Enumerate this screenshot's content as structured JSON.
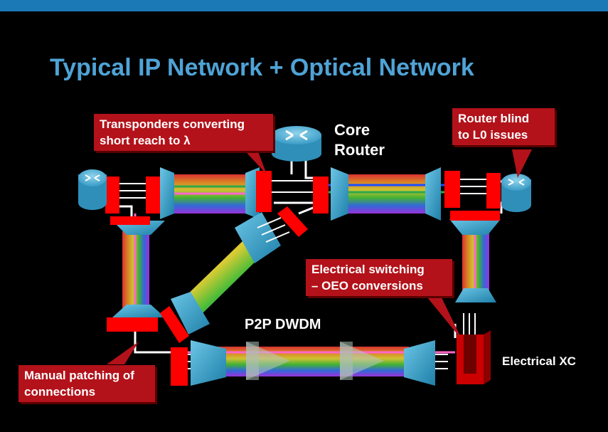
{
  "title": "Typical IP Network + Optical Network",
  "callouts": {
    "transponders": [
      "Transponders converting",
      "short reach to λ"
    ],
    "router_blind": [
      "Router blind",
      "to L0 issues"
    ],
    "electrical_switching": [
      "Electrical switching",
      "– OEO conversions"
    ],
    "manual_patching": [
      "Manual patching of",
      "connections"
    ]
  },
  "labels": {
    "core_router": [
      "Core",
      "Router"
    ],
    "p2p_dwdm": "P2P DWDM",
    "electrical_xc": "Electrical XC"
  },
  "colors": {
    "header_bar": "#1B79B6",
    "title": "#4FA3D6",
    "callout_bg": "#B3121A",
    "transponder": "#FF0000",
    "mux": "#3BA8D0",
    "router": "#5DB7D8"
  }
}
